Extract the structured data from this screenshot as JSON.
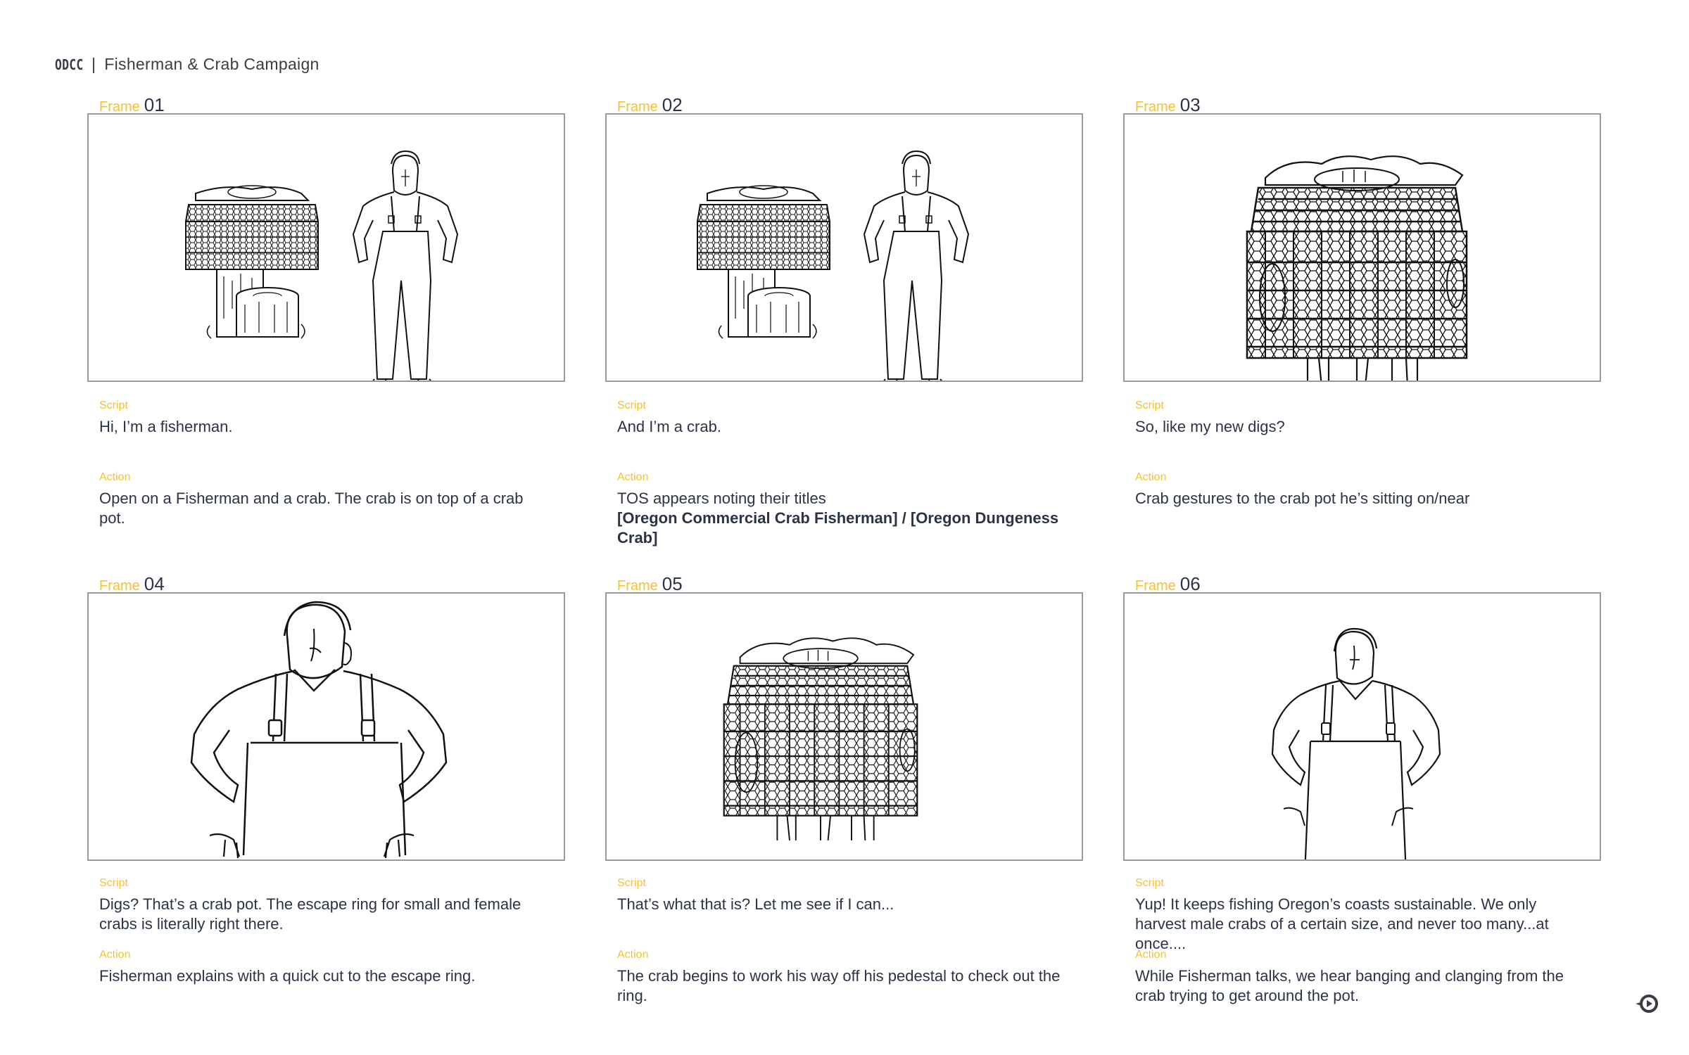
{
  "header": {
    "brand": "ODCC",
    "separator": "|",
    "title": "Fisherman & Crab Campaign"
  },
  "labels": {
    "frame": "Frame",
    "script": "Script",
    "action": "Action"
  },
  "colors": {
    "accent_yellow": "#f5c232",
    "text_navy": "#2b3446",
    "panel_border": "#9a9a9a"
  },
  "frames": [
    {
      "number": "01",
      "illustration": "crab-on-pot-and-fisherman-full-body",
      "script": "Hi, I’m a fisherman.",
      "action": "Open on a Fisherman and a crab. The crab is on top of a crab pot.",
      "action_bold": ""
    },
    {
      "number": "02",
      "illustration": "crab-on-pot-and-fisherman-full-body",
      "script": "And I’m a crab.",
      "action": "TOS appears noting their titles",
      "action_bold": "[Oregon Commercial Crab Fisherman] / [Oregon Dungeness Crab]"
    },
    {
      "number": "03",
      "illustration": "crab-on-pot-closeup",
      "script": "So, like my new digs?",
      "action": "Crab gestures to the crab pot he’s sitting on/near",
      "action_bold": ""
    },
    {
      "number": "04",
      "illustration": "fisherman-closeup",
      "script": "Digs? That’s a crab pot. The escape ring for small and female crabs is literally right there.",
      "action": "Fisherman explains with a quick cut to the escape ring.",
      "action_bold": ""
    },
    {
      "number": "05",
      "illustration": "crab-on-pot-closeup",
      "script": "That’s what that is? Let me see if I can...",
      "action": "The crab begins to work his way off his pedestal to check out the ring.",
      "action_bold": ""
    },
    {
      "number": "06",
      "illustration": "fisherman-medium",
      "script": "Yup! It keeps fishing Oregon’s coasts sustainable. We only harvest male crabs of a certain size, and never too many...at once....",
      "action": "While Fisherman talks, we hear banging and clanging from the crab trying to get around the pot.",
      "action_bold": ""
    }
  ],
  "footer": {
    "icon": "play-circle-icon"
  }
}
